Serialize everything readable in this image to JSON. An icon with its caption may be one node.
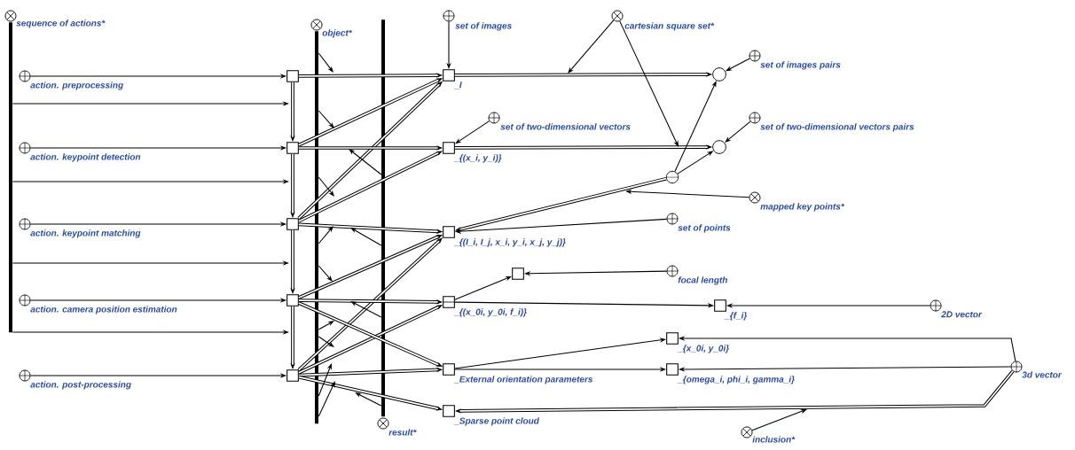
{
  "diagram": {
    "nodes": [
      {
        "text": [
          "sequence of actions*"
        ]
      },
      {
        "text": [
          "action. preprocessing"
        ]
      },
      {
        "text": [
          "action. keypoint detection"
        ]
      },
      {
        "text": [
          "action. keypoint matching"
        ]
      },
      {
        "text": [
          "action. camera position estimation"
        ]
      },
      {
        "text": [
          "action. post-processing"
        ]
      },
      {
        "text": [
          "object*"
        ]
      },
      {
        "text": [
          "result*"
        ]
      },
      {
        "text": [],
        "shape": "box"
      },
      {
        "text": [],
        "shape": "box"
      },
      {
        "text": [],
        "shape": "box"
      },
      {
        "text": [],
        "shape": "box"
      },
      {
        "text": [],
        "shape": "box"
      },
      {
        "text": [
          "set of images"
        ]
      },
      {
        "text": [
          "_I"
        ]
      },
      {
        "text": [
          "set of two-dimensional vectors"
        ]
      },
      {
        "text": [
          "_{(x_i, y_i)}"
        ]
      },
      {
        "text": [
          "cartesian square set*"
        ]
      },
      {
        "text": [],
        "shape": "circle"
      },
      {
        "text": [
          "set of images pairs"
        ]
      },
      {
        "text": [],
        "shape": "circle"
      },
      {
        "text": [
          "set of two-dimensional vectors pairs"
        ]
      },
      {
        "text": [],
        "shape": "circle"
      },
      {
        "text": [
          "mapped key points*"
        ]
      },
      {
        "text": [
          "_{(I_i, I_j, x_i, y_i, x_j, y_j)}"
        ]
      },
      {
        "text": [
          "set of points"
        ]
      },
      {
        "text": [],
        "shape": "box"
      },
      {
        "text": [
          "focal length"
        ]
      },
      {
        "text": [
          "_{(x_0i, y_0i, f_i)}"
        ]
      },
      {
        "text": [
          "_{f_i}"
        ]
      },
      {
        "text": [
          "2D vector"
        ]
      },
      {
        "text": [
          "_{x_0i, y_0i}"
        ]
      },
      {
        "text": [
          "_External orientation parameters"
        ]
      },
      {
        "text": [
          "_{omega_i, phi_i, gamma_i}"
        ]
      },
      {
        "text": [
          "3d vector"
        ]
      },
      {
        "text": [
          "_Sparse point cloud"
        ]
      },
      {
        "text": [
          "inclusion*"
        ]
      },
      {
        "text": [],
        "shape": "bar"
      },
      {
        "text": [],
        "shape": "bar"
      },
      {
        "text": [],
        "shape": "bar"
      }
    ],
    "edges": [
      {
        "from": 1,
        "to": 8,
        "arrow": "to"
      },
      {
        "from": 2,
        "to": 9,
        "arrow": "to"
      },
      {
        "from": 3,
        "to": 10,
        "arrow": "to"
      },
      {
        "from": 4,
        "to": 11,
        "arrow": "to"
      },
      {
        "from": 5,
        "to": 12,
        "arrow": "to"
      },
      {
        "from": 37,
        "to": null,
        "arrow": "to"
      },
      {
        "from": 37,
        "to": null,
        "arrow": "to"
      },
      {
        "from": 37,
        "to": null,
        "arrow": "to"
      },
      {
        "from": 37,
        "to": null,
        "arrow": "to"
      },
      {
        "from": 8,
        "to": 9,
        "arrow": "to",
        "style": "thick"
      },
      {
        "from": 9,
        "to": 10,
        "arrow": "to",
        "style": "thick"
      },
      {
        "from": 10,
        "to": 11,
        "arrow": "to",
        "style": "thick"
      },
      {
        "from": 11,
        "to": 12,
        "arrow": "to",
        "style": "thick"
      },
      {
        "from": 8,
        "to": 14,
        "arrow": "to",
        "style": "thick"
      },
      {
        "from": 9,
        "to": 14,
        "arrow": "to",
        "style": "thick"
      },
      {
        "from": 10,
        "to": 14,
        "arrow": "to",
        "style": "thick"
      },
      {
        "from": 9,
        "to": 16,
        "arrow": "to",
        "style": "thick"
      },
      {
        "from": 10,
        "to": 16,
        "arrow": "to",
        "style": "thick"
      },
      {
        "from": 10,
        "to": 24,
        "arrow": "to",
        "style": "thick"
      },
      {
        "from": 11,
        "to": 24,
        "arrow": "to",
        "style": "thick"
      },
      {
        "from": 12,
        "to": 24,
        "arrow": "to",
        "style": "thick"
      },
      {
        "from": 11,
        "to": 28,
        "arrow": "to",
        "style": "thick"
      },
      {
        "from": 12,
        "to": 28,
        "arrow": "to",
        "style": "thick"
      },
      {
        "from": 11,
        "to": 32,
        "arrow": "to",
        "style": "thick"
      },
      {
        "from": 12,
        "to": 32,
        "arrow": "to",
        "style": "thick"
      },
      {
        "from": 12,
        "to": 35,
        "arrow": "to",
        "style": "thick"
      },
      {
        "from": 38,
        "to": null,
        "arrow": "to"
      },
      {
        "from": 38,
        "to": null,
        "arrow": "to"
      },
      {
        "from": 38,
        "to": null,
        "arrow": "to"
      },
      {
        "from": 38,
        "to": null,
        "arrow": "to"
      },
      {
        "from": 38,
        "to": null,
        "arrow": "to"
      },
      {
        "from": 38,
        "to": null,
        "arrow": "to"
      },
      {
        "from": 38,
        "to": null,
        "arrow": "to"
      },
      {
        "from": 38,
        "to": null,
        "arrow": "to"
      },
      {
        "from": 38,
        "to": null,
        "arrow": "to"
      },
      {
        "from": 39,
        "to": null,
        "arrow": "to"
      },
      {
        "from": 39,
        "to": null,
        "arrow": "to"
      },
      {
        "from": 39,
        "to": null,
        "arrow": "to"
      },
      {
        "from": 39,
        "to": null,
        "arrow": "to"
      },
      {
        "from": 13,
        "to": 14,
        "arrow": "to"
      },
      {
        "from": 15,
        "to": 16,
        "arrow": "to"
      },
      {
        "from": 14,
        "to": 18,
        "arrow": "to",
        "style": "thick"
      },
      {
        "from": 16,
        "to": 20,
        "arrow": "to",
        "style": "thick"
      },
      {
        "from": 17,
        "to": null,
        "arrow": "to"
      },
      {
        "from": 17,
        "to": null,
        "arrow": "to"
      },
      {
        "from": 19,
        "to": 18,
        "arrow": "to"
      },
      {
        "from": 21,
        "to": 20,
        "arrow": "to"
      },
      {
        "from": 22,
        "to": 18,
        "arrow": "to"
      },
      {
        "from": 22,
        "to": 20,
        "arrow": "to"
      },
      {
        "from": 22,
        "to": 24,
        "arrow": "to",
        "style": "thick"
      },
      {
        "from": 23,
        "to": null,
        "arrow": "to"
      },
      {
        "from": 25,
        "to": 24,
        "arrow": "to"
      },
      {
        "from": 28,
        "to": 26,
        "arrow": "to"
      },
      {
        "from": 27,
        "to": 26,
        "arrow": "to"
      },
      {
        "from": 28,
        "to": 29,
        "arrow": "to"
      },
      {
        "from": 30,
        "to": 29,
        "arrow": "to"
      },
      {
        "from": 32,
        "to": 31,
        "arrow": "to"
      },
      {
        "from": 32,
        "to": 33,
        "arrow": "to"
      },
      {
        "from": 34,
        "to": 31,
        "arrow": "to"
      },
      {
        "from": 34,
        "to": 33,
        "arrow": "to"
      },
      {
        "from": 34,
        "to": 35,
        "arrow": "to",
        "style": "thick"
      },
      {
        "from": 36,
        "to": null,
        "arrow": "to"
      }
    ]
  }
}
